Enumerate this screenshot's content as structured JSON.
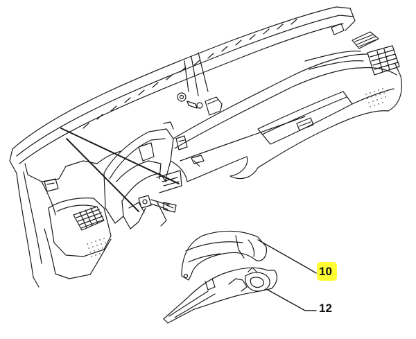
{
  "callouts": [
    {
      "id": "10",
      "text": "10",
      "highlighted": true
    },
    {
      "id": "12",
      "text": "12",
      "highlighted": false
    }
  ],
  "colors": {
    "line": "#1a1a1a",
    "highlight": "#ffff33",
    "background": "#ffffff"
  }
}
